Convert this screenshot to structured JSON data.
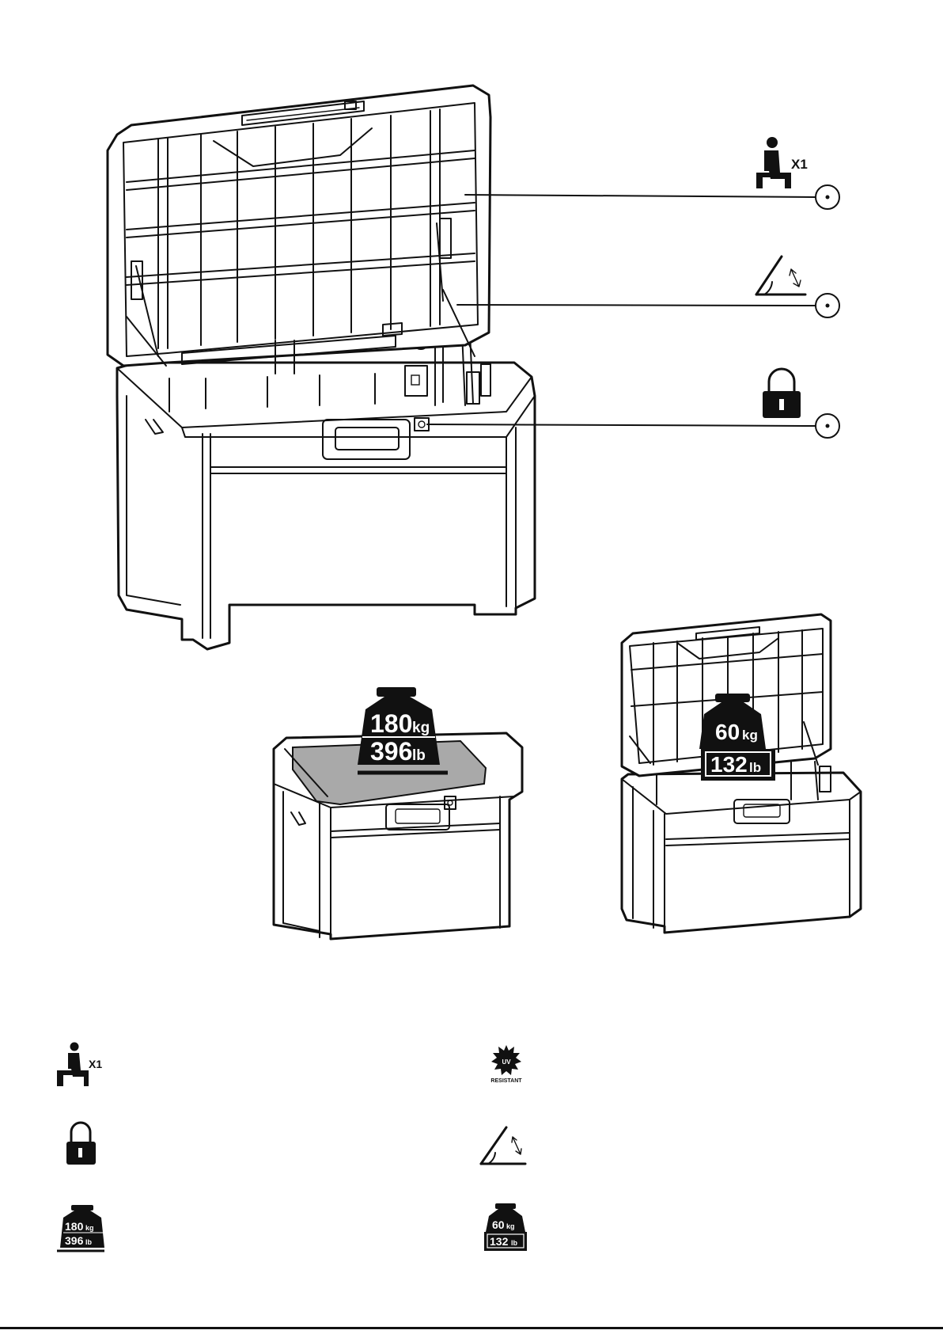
{
  "callouts": {
    "seat": {
      "icon": "person-sitting-icon",
      "multiplier": "X1"
    },
    "hinge": {
      "icon": "lid-angle-icon"
    },
    "lock": {
      "icon": "padlock-icon"
    }
  },
  "lid_load": {
    "icon": "weight-icon",
    "kg_value": "180",
    "kg_unit": "kg",
    "lb_value": "396",
    "lb_unit": "lb"
  },
  "inner_load": {
    "icon": "weight-icon",
    "kg_value": "60",
    "kg_unit": "kg",
    "lb_value": "132",
    "lb_unit": "lb"
  },
  "legend": {
    "seat": {
      "icon": "person-sitting-icon",
      "multiplier": "X1"
    },
    "uv": {
      "icon": "uv-resistant-icon",
      "badge": "UV",
      "caption": "RESISTANT"
    },
    "lock": {
      "icon": "padlock-icon"
    },
    "hinge": {
      "icon": "lid-angle-icon"
    },
    "lid_load": {
      "icon": "weight-icon",
      "kg_value": "180",
      "kg_unit": "kg",
      "lb_value": "396",
      "lb_unit": "lb"
    },
    "inner_load": {
      "icon": "weight-icon",
      "kg_value": "60",
      "kg_unit": "kg",
      "lb_value": "132",
      "lb_unit": "lb"
    }
  },
  "colors": {
    "line": "#111111",
    "lid_fill": "#a9a9a9",
    "background": "#ffffff"
  }
}
